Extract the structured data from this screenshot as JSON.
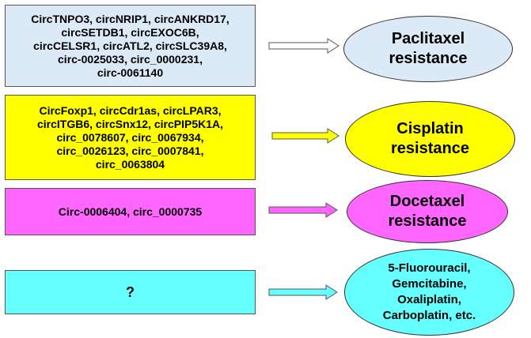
{
  "rows": [
    {
      "box_text": "CircTNPO3, circNRIP1, circANKRD17,\ncircSETDB1, circEXOC6B,\ncircCELSR1, circATL2, circSLC39A8,\ncirc-0025033, circ_0000231,\ncirc-0061140",
      "box_color": "#dce9f6",
      "arrow_fill": "#ffffff",
      "result_text": "Paclitaxel\nresistance",
      "result_color": "#dce9f6",
      "result_text_color": "#000000"
    },
    {
      "box_text": "CircFoxp1, circCdr1as, circLPAR3,\ncircITGB6, circSnx12, circPIP5K1A,\ncirc_0078607, circ_0067934,\ncirc_0026123, circ_0007841,\ncirc_0063804",
      "box_color": "#ffff00",
      "arrow_fill": "#ffff00",
      "result_text": "Cisplatin\nresistance",
      "result_color": "#ffff00",
      "result_text_color": "#000000"
    },
    {
      "box_text": "Circ-0006404, circ_0000735",
      "box_color": "#ff66ff",
      "arrow_fill": "#ff66ff",
      "result_text": "Docetaxel\nresistance",
      "result_color": "#ff66ff",
      "result_text_color": "#000000"
    },
    {
      "box_text": "?",
      "box_color": "#66ffff",
      "arrow_fill": "#66ffff",
      "result_text": "5-Fluorouracil,\nGemcitabine,\nOxaliplatin,\nCarboplatin, etc.",
      "result_color": "#66ffff",
      "result_text_color": "#000000"
    }
  ]
}
